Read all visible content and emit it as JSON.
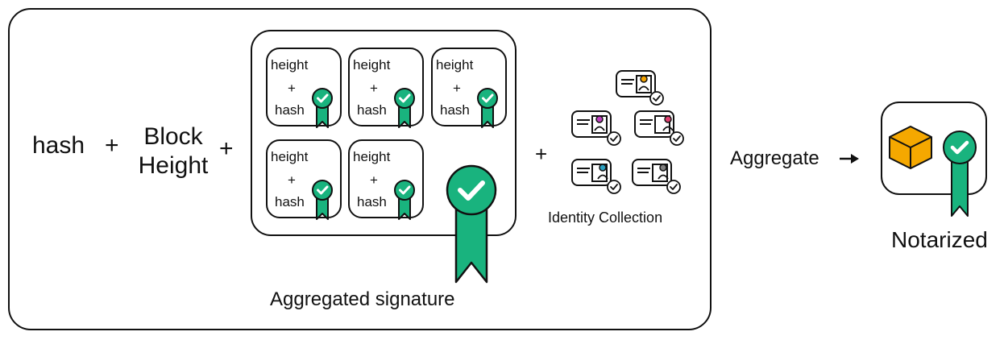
{
  "left_text": {
    "hash": "hash",
    "plus_1": "+",
    "block_line1": "Block",
    "block_line2": "Height",
    "plus_2": "+"
  },
  "signature_grid": {
    "cells": [
      {
        "top": "height",
        "plus": "+",
        "bottom": "hash"
      },
      {
        "top": "height",
        "plus": "+",
        "bottom": "hash"
      },
      {
        "top": "height",
        "plus": "+",
        "bottom": "hash"
      },
      {
        "top": "height",
        "plus": "+",
        "bottom": "hash"
      },
      {
        "top": "height",
        "plus": "+",
        "bottom": "hash"
      }
    ],
    "caption": "Aggregated signature"
  },
  "plus_3": "+",
  "identity_collection": {
    "label": "Identity Collection",
    "card_colors": [
      "#f4a300",
      "#c040c0",
      "#e04070",
      "#2aa0c0",
      "#808080"
    ]
  },
  "aggregate_label": "Aggregate",
  "notarized_label": "Notarized",
  "colors": {
    "ribbon_green": "#19b37e",
    "cube_orange": "#f5a800",
    "stroke": "#111111"
  },
  "icons": [
    "ribbon-badge-icon",
    "id-card-icon",
    "cube-icon",
    "arrow-right-icon",
    "checkmark-icon"
  ]
}
